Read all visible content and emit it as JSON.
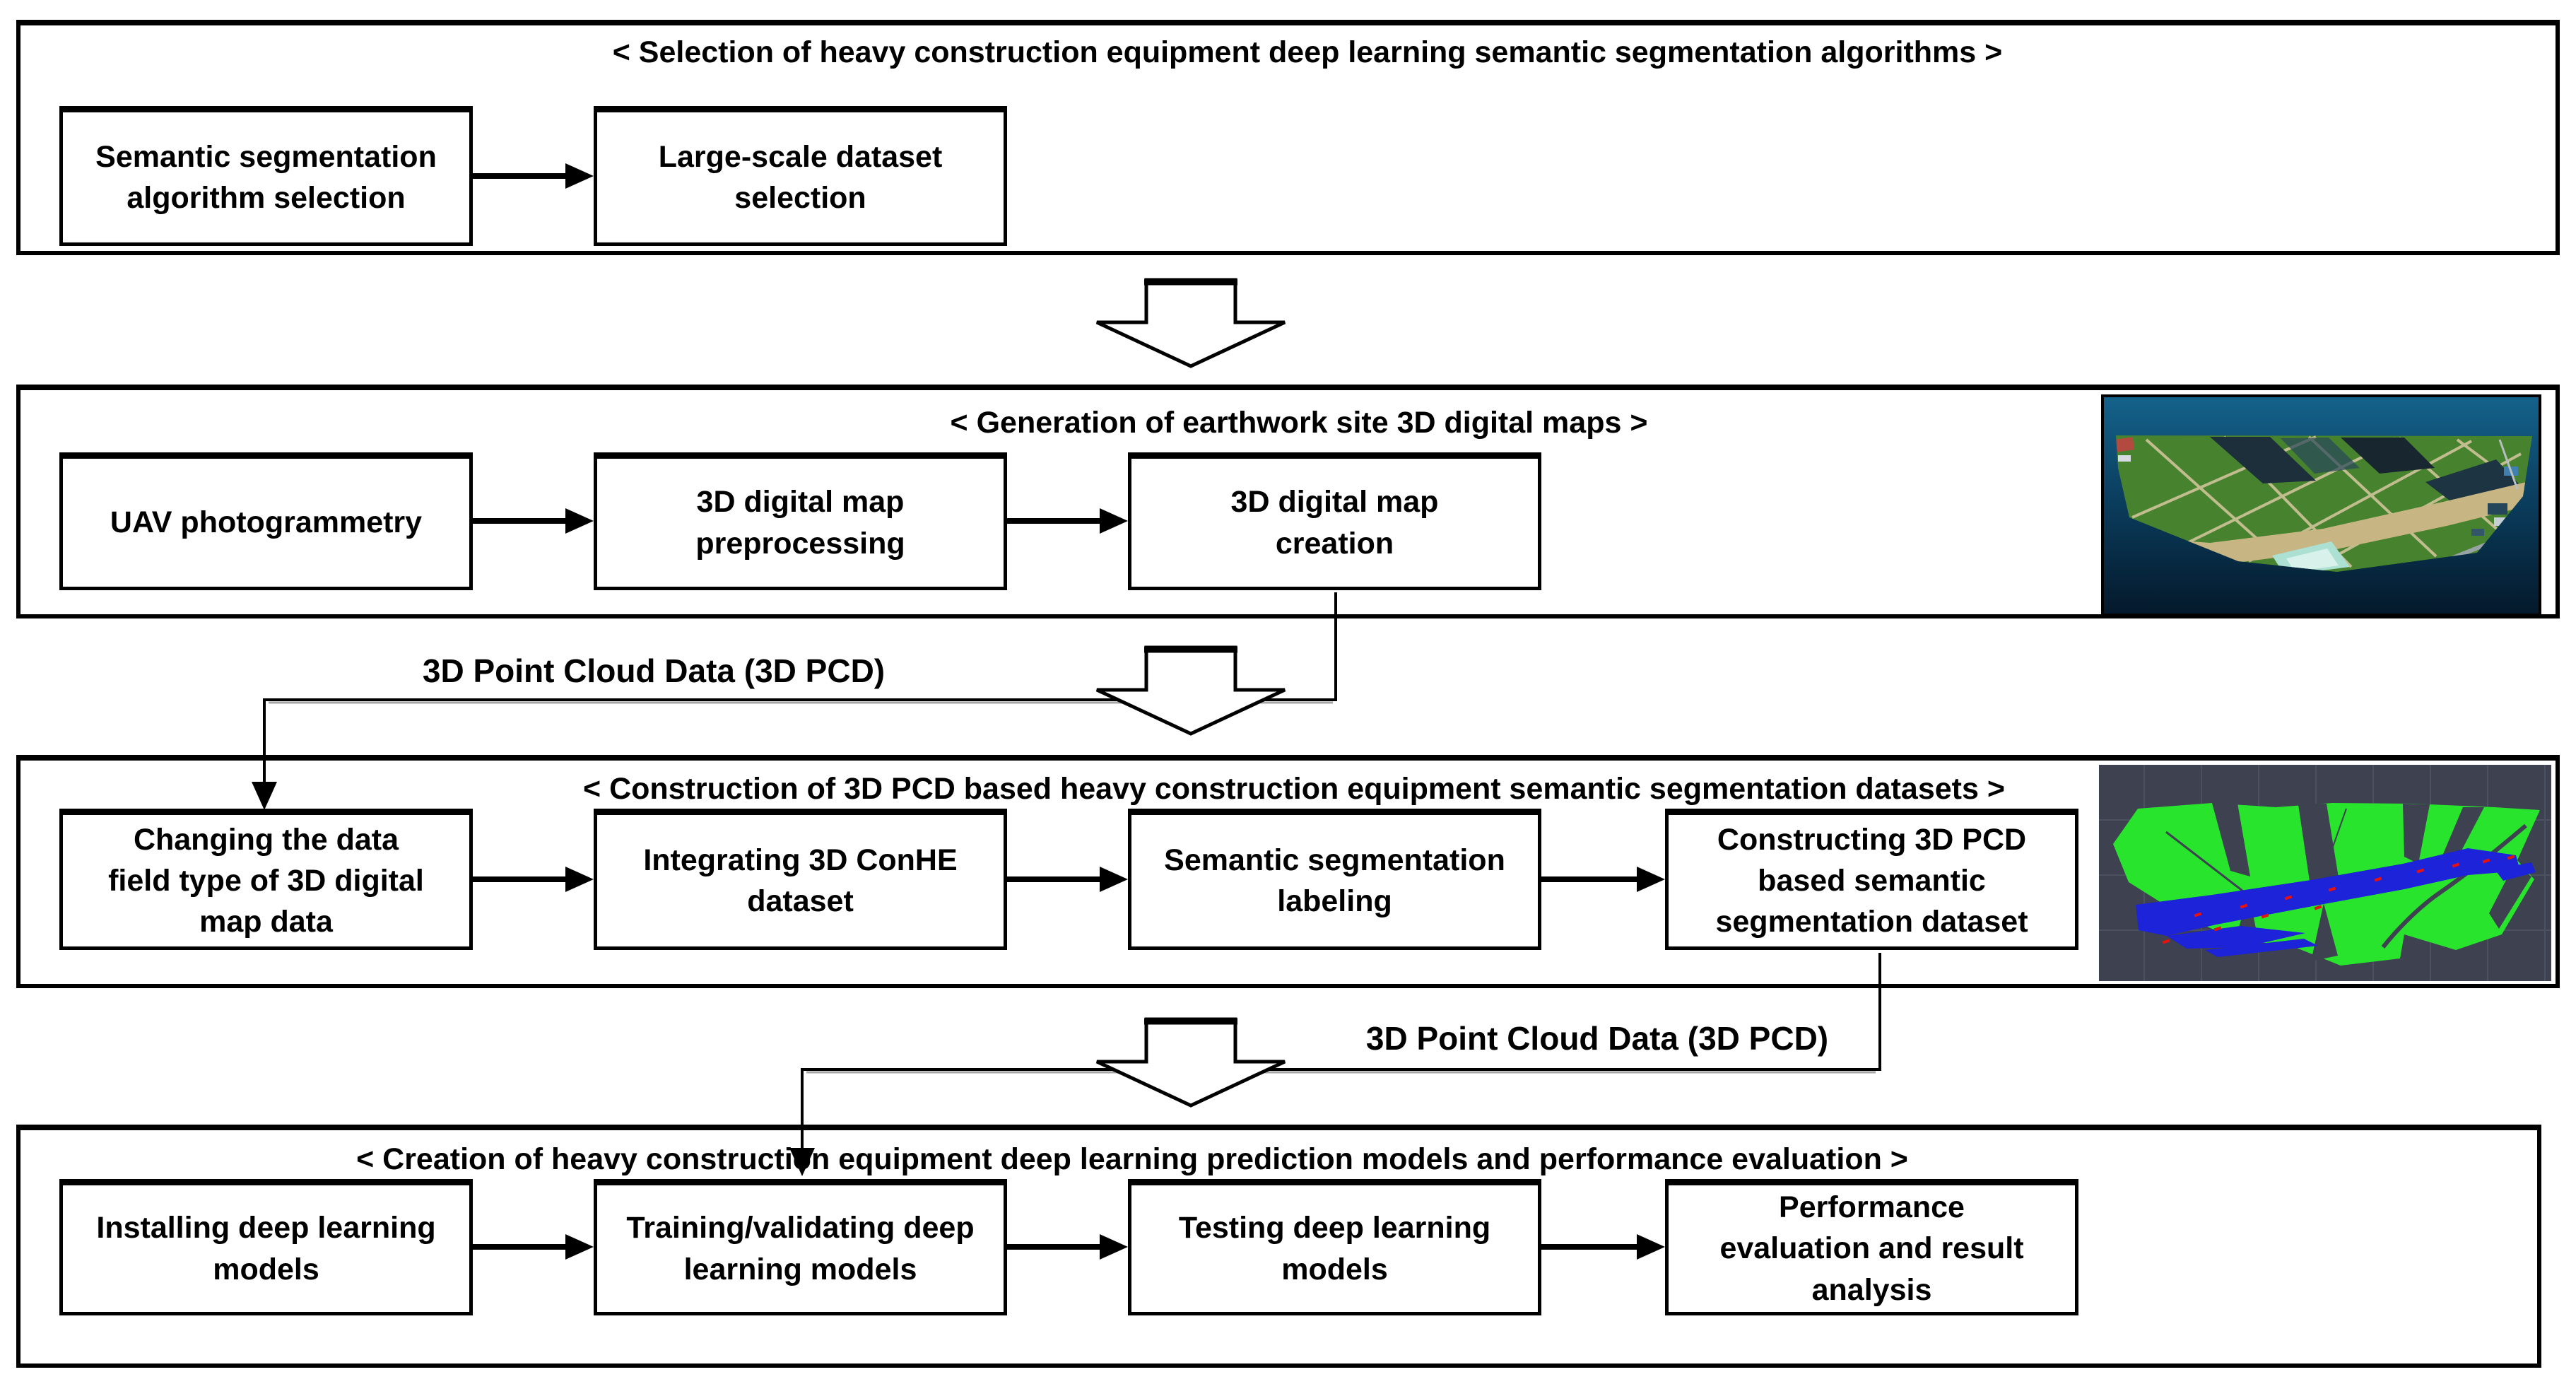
{
  "figure": {
    "kind": "research-flowchart",
    "background": "#ffffff"
  },
  "sections": [
    {
      "title": "< Selection of heavy construction equipment deep learning semantic segmentation algorithms >",
      "boxes": [
        {
          "label": "Semantic segmentation\nalgorithm selection"
        },
        {
          "label": "Large-scale dataset\nselection"
        }
      ]
    },
    {
      "title": "< Generation of earthwork site 3D digital maps >",
      "image_name": "earthwork-site-3d-digital-map-preview",
      "boxes": [
        {
          "label": "UAV photogrammetry"
        },
        {
          "label": "3D digital map\npreprocessing"
        },
        {
          "label": "3D digital map\ncreation"
        }
      ]
    },
    {
      "title": "< Construction of 3D PCD based heavy construction equipment semantic segmentation datasets >",
      "image_name": "3d-pcd-semantic-segmentation-preview",
      "boxes": [
        {
          "label": "Changing the data\nfield type of 3D digital\nmap data"
        },
        {
          "label": "Integrating 3D ConHE\ndataset"
        },
        {
          "label": "Semantic segmentation\nlabeling"
        },
        {
          "label": "Constructing 3D PCD\nbased semantic\nsegmentation dataset"
        }
      ]
    },
    {
      "title": "< Creation of heavy construction equipment deep learning prediction models and performance evaluation >",
      "boxes": [
        {
          "label": "Installing deep learning\nmodels"
        },
        {
          "label": "Training/validating deep\nlearning models"
        },
        {
          "label": "Testing deep learning\nmodels"
        },
        {
          "label": "Performance\nevaluation and result\nanalysis"
        }
      ]
    }
  ],
  "connectors": {
    "pcd_label_top": "3D Point Cloud Data (3D PCD)",
    "pcd_label_bottom": "3D Point Cloud Data (3D PCD)"
  },
  "colors": {
    "line": "#000000",
    "text": "#000000",
    "panel_background": "#ffffff",
    "aerial_bg_top": "#14628b",
    "aerial_bg_bottom": "#04192b",
    "aerial_field_green": "#47832f",
    "aerial_road_tan": "#c8b584",
    "aerial_roof_red": "#b24a3f",
    "aerial_greenhouse_teal": "#abe0d2",
    "seg_background": "#3d4150",
    "seg_grid": "#4c5161",
    "seg_ground_green": "#28e42d",
    "seg_road_blue": "#1c23d8",
    "seg_equipment_red": "#e51212"
  }
}
